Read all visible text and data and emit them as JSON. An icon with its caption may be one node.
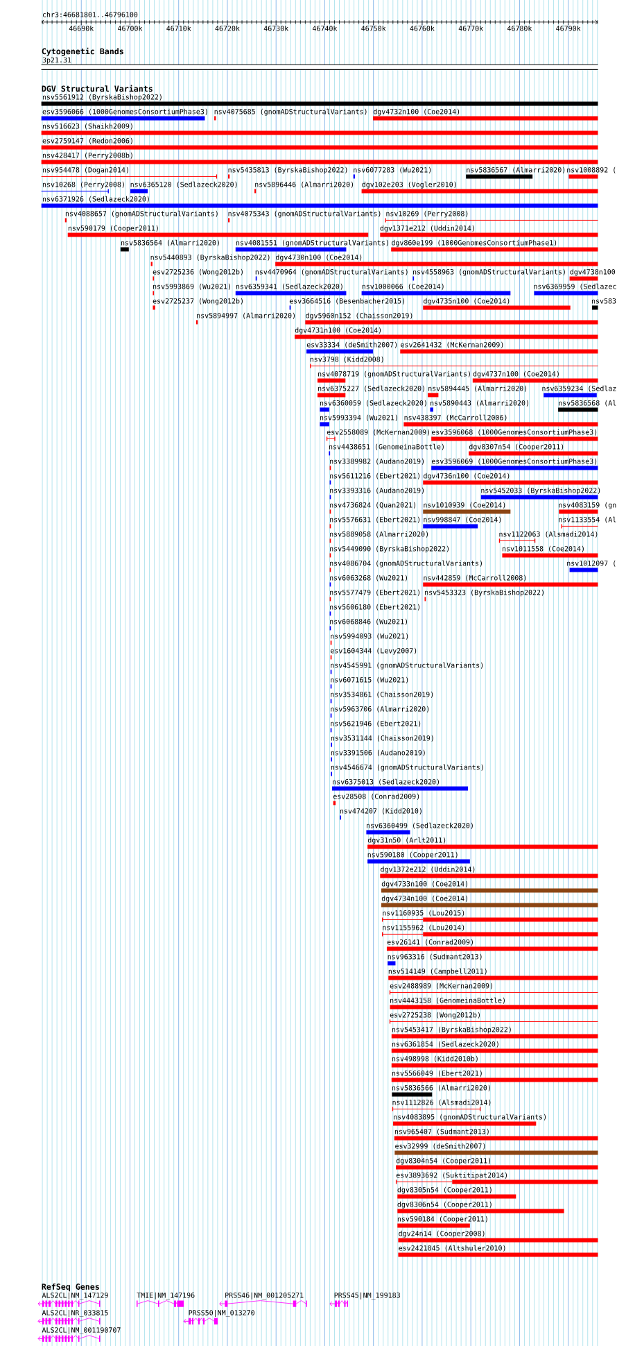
{
  "diagram": {
    "nodes": [
      {
        "text": [
          "3p21.31"
        ]
      },
      {
        "text": [
          "nsv5561912 (ByrskaBishop2022)"
        ]
      },
      {
        "text": [
          "esv3596066 (1000GenomesConsortiumPhase3)"
        ]
      },
      {
        "text": [
          "nsv4075685 (gnomADStructuralVariants)"
        ]
      },
      {
        "text": [
          "dgv4732n100 (Coe2014)"
        ]
      },
      {
        "text": [
          "nsv516623 (Shaikh2009)"
        ]
      },
      {
        "text": [
          "esv2759147 (Redon2006)"
        ]
      },
      {
        "text": [
          "nsv428417 (Perry2008b)"
        ]
      },
      {
        "text": [
          "nsv954478 (Dogan2014)"
        ]
      },
      {
        "text": [
          "nsv5435813 (ByrskaBishop2022)"
        ]
      },
      {
        "text": [
          "nsv6077283 (Wu2021)"
        ]
      },
      {
        "text": [
          "nsv5836567 (Almarri2020)"
        ]
      },
      {
        "text": [
          "nsv1008892 ("
        ]
      },
      {
        "text": [
          "nsv10268 (Perry2008)"
        ]
      },
      {
        "text": [
          "nsv6365120 (Sedlazeck2020)"
        ]
      },
      {
        "text": [
          "nsv5896446 (Almarri2020)"
        ]
      },
      {
        "text": [
          "dgv102e203 (Vogler2010)"
        ]
      },
      {
        "text": [
          "nsv6371926 (Sedlazeck2020)"
        ]
      },
      {
        "text": [
          "nsv4088657 (gnomADStructuralVariants)"
        ]
      },
      {
        "text": [
          "nsv4075343 (gnomADStructuralVariants)"
        ]
      },
      {
        "text": [
          "nsv10269 (Perry2008)"
        ]
      },
      {
        "text": [
          "nsv590179 (Cooper2011)"
        ]
      },
      {
        "text": [
          "dgv1371e212 (Uddin2014)"
        ]
      },
      {
        "text": [
          "nsv5836564 (Almarri2020)"
        ]
      },
      {
        "text": [
          "nsv4081551 (gnomADStructuralVariants)"
        ]
      },
      {
        "text": [
          "dgv860e199 (1000GenomesConsortiumPhase1)"
        ]
      },
      {
        "text": [
          "nsv5440893 (ByrskaBishop2022)"
        ]
      },
      {
        "text": [
          "dgv4730n100 (Coe2014)"
        ]
      },
      {
        "text": [
          "esv2725236 (Wong2012b)"
        ]
      },
      {
        "text": [
          "nsv4470964 (gnomADStructuralVariants)"
        ]
      },
      {
        "text": [
          "nsv4558963 (gnomADStructuralVariants)"
        ]
      },
      {
        "text": [
          "dgv4738n100"
        ]
      },
      {
        "text": [
          "nsv5993869 (Wu2021)"
        ]
      },
      {
        "text": [
          "nsv6359341 (Sedlazeck2020)"
        ]
      },
      {
        "text": [
          "nsv1000066 (Coe2014)"
        ]
      },
      {
        "text": [
          "nsv6369959 (Sedlazec"
        ]
      },
      {
        "text": [
          "esv2725237 (Wong2012b)"
        ]
      },
      {
        "text": [
          "esv3664516 (Besenbacher2015)"
        ]
      },
      {
        "text": [
          "dgv4735n100 (Coe2014)"
        ]
      },
      {
        "text": [
          "nsv583"
        ]
      },
      {
        "text": [
          "nsv5894997 (Almarri2020)"
        ]
      },
      {
        "text": [
          "dgv5960n152 (Chaisson2019)"
        ]
      },
      {
        "text": [
          "dgv4731n100 (Coe2014)"
        ]
      },
      {
        "text": [
          "esv33334 (deSmith2007)"
        ]
      },
      {
        "text": [
          "esv2641432 (McKernan2009)"
        ]
      },
      {
        "text": [
          "nsv3798 (Kidd2008)"
        ]
      },
      {
        "text": [
          "nsv4078719 (gnomADStructuralVariants)"
        ]
      },
      {
        "text": [
          "dgv4737n100 (Coe2014)"
        ]
      },
      {
        "text": [
          "nsv6375227 (Sedlazeck2020)"
        ]
      },
      {
        "text": [
          "nsv5894445 (Almarri2020)"
        ]
      },
      {
        "text": [
          "nsv6359234 (Sedlaz"
        ]
      },
      {
        "text": [
          "nsv6360059 (Sedlazeck2020)"
        ]
      },
      {
        "text": [
          "nsv5890443 (Almarri2020)"
        ]
      },
      {
        "text": [
          "nsv5836568 (Al"
        ]
      },
      {
        "text": [
          "nsv5993394 (Wu2021)"
        ]
      },
      {
        "text": [
          "nsv438397 (McCarroll2006)"
        ]
      },
      {
        "text": [
          "esv2558089 (McKernan2009)"
        ]
      },
      {
        "text": [
          "esv3596068 (1000GenomesConsortiumPhase3)"
        ]
      },
      {
        "text": [
          "nsv4438651 (GenomeinaBottle)"
        ]
      },
      {
        "text": [
          "dgv8307n54 (Cooper2011)"
        ]
      },
      {
        "text": [
          "nsv3389982 (Audano2019)"
        ]
      },
      {
        "text": [
          "esv3596069 (1000GenomesConsortiumPhase3)"
        ]
      },
      {
        "text": [
          "nsv5611216 (Ebert2021)"
        ]
      },
      {
        "text": [
          "dgv4736n100 (Coe2014)"
        ]
      },
      {
        "text": [
          "nsv3393316 (Audano2019)"
        ]
      },
      {
        "text": [
          "nsv5452033 (ByrskaBishop2022)"
        ]
      },
      {
        "text": [
          "nsv4736824 (Quan2021)"
        ]
      },
      {
        "text": [
          "nsv1010939 (Coe2014)"
        ]
      },
      {
        "text": [
          "nsv4083159 (gn"
        ]
      },
      {
        "text": [
          "nsv5576631 (Ebert2021)"
        ]
      },
      {
        "text": [
          "nsv998847 (Coe2014)"
        ]
      },
      {
        "text": [
          "nsv1133554 (Al"
        ]
      },
      {
        "text": [
          "nsv5889058 (Almarri2020)"
        ]
      },
      {
        "text": [
          "nsv1122063 (Alsmadi2014)"
        ]
      },
      {
        "text": [
          "nsv5449090 (ByrskaBishop2022)"
        ]
      },
      {
        "text": [
          "nsv1011558 (Coe2014)"
        ]
      },
      {
        "text": [
          "nsv4086704 (gnomADStructuralVariants)"
        ]
      },
      {
        "text": [
          "nsv1012097 ("
        ]
      },
      {
        "text": [
          "nsv6063268 (Wu2021)"
        ]
      },
      {
        "text": [
          "nsv442859 (McCarroll2008)"
        ]
      },
      {
        "text": [
          "nsv5577479 (Ebert2021)"
        ]
      },
      {
        "text": [
          "nsv5453323 (ByrskaBishop2022)"
        ]
      },
      {
        "text": [
          "nsv5606180 (Ebert2021)"
        ]
      },
      {
        "text": [
          "nsv6068846 (Wu2021)"
        ]
      },
      {
        "text": [
          "nsv5994093 (Wu2021)"
        ]
      },
      {
        "text": [
          "esv1604344 (Levy2007)"
        ]
      },
      {
        "text": [
          "nsv4545991 (gnomADStructuralVariants)"
        ]
      },
      {
        "text": [
          "nsv6071615 (Wu2021)"
        ]
      },
      {
        "text": [
          "nsv3534861 (Chaisson2019)"
        ]
      },
      {
        "text": [
          "nsv5963706 (Almarri2020)"
        ]
      },
      {
        "text": [
          "nsv5621946 (Ebert2021)"
        ]
      },
      {
        "text": [
          "nsv3531144 (Chaisson2019)"
        ]
      },
      {
        "text": [
          "nsv3391506 (Audano2019)"
        ]
      },
      {
        "text": [
          "nsv4546674 (gnomADStructuralVariants)"
        ]
      },
      {
        "text": [
          "nsv6375013 (Sedlazeck2020)"
        ]
      },
      {
        "text": [
          "esv28508 (Conrad2009)"
        ]
      },
      {
        "text": [
          "nsv474207 (Kidd2010)"
        ]
      },
      {
        "text": [
          "nsv6360499 (Sedlazeck2020)"
        ]
      },
      {
        "text": [
          "dgv31n50 (Arlt2011)"
        ]
      },
      {
        "text": [
          "nsv590180 (Cooper2011)"
        ]
      },
      {
        "text": [
          "dgv1372e212 (Uddin2014)"
        ]
      },
      {
        "text": [
          "dgv4733n100 (Coe2014)"
        ]
      },
      {
        "text": [
          "dgv4734n100 (Coe2014)"
        ]
      },
      {
        "text": [
          "nsv1160935 (Lou2015)"
        ]
      },
      {
        "text": [
          "nsv1155962 (Lou2014)"
        ]
      },
      {
        "text": [
          "esv26141 (Conrad2009)"
        ]
      },
      {
        "text": [
          "nsv963316 (Sudmant2013)"
        ]
      },
      {
        "text": [
          "nsv514149 (Campbell2011)"
        ]
      },
      {
        "text": [
          "esv2488989 (McKernan2009)"
        ]
      },
      {
        "text": [
          "nsv4443158 (GenomeinaBottle)"
        ]
      },
      {
        "text": [
          "esv2725238 (Wong2012b)"
        ]
      },
      {
        "text": [
          "nsv5453417 (ByrskaBishop2022)"
        ]
      },
      {
        "text": [
          "nsv6361854 (Sedlazeck2020)"
        ]
      },
      {
        "text": [
          "nsv498998 (Kidd2010b)"
        ]
      },
      {
        "text": [
          "nsv5566049 (Ebert2021)"
        ]
      },
      {
        "text": [
          "nsv5836566 (Almarri2020)"
        ]
      },
      {
        "text": [
          "nsv1112826 (Alsmadi2014)"
        ]
      },
      {
        "text": [
          "nsv4083895 (gnomADStructuralVariants)"
        ]
      },
      {
        "text": [
          "nsv965407 (Sudmant2013)"
        ]
      },
      {
        "text": [
          "esv32999 (deSmith2007)"
        ]
      },
      {
        "text": [
          "dgv8304n54 (Cooper2011)"
        ]
      },
      {
        "text": [
          "esv3893692 (Suktitipat2014)"
        ]
      },
      {
        "text": [
          "dgv8305n54 (Cooper2011)"
        ]
      },
      {
        "text": [
          "dgv8306n54 (Cooper2011)"
        ]
      },
      {
        "text": [
          "nsv590184 (Cooper2011)"
        ]
      },
      {
        "text": [
          "dgv24n14 (Cooper2008)"
        ]
      },
      {
        "text": [
          "esv2421845 (Altshuler2010)"
        ]
      },
      {
        "text": [
          "ALS2CL|NM_147129"
        ]
      },
      {
        "text": [
          "TMIE|NM_147196"
        ]
      },
      {
        "text": [
          "PRSS46|NM_001205271"
        ]
      },
      {
        "text": [
          "PRSS45|NM_199183"
        ]
      },
      {
        "text": [
          "ALS2CL|NR_033815"
        ]
      },
      {
        "text": [
          "PRSS50|NM_013270"
        ]
      },
      {
        "text": [
          "ALS2CL|NM_001190707"
        ]
      }
    ],
    "labels": [
      "chr3:46681801..46796100",
      "46690k",
      "46700k",
      "46710k",
      "46720k",
      "46730k",
      "46740k",
      "46750k",
      "46760k",
      "46770k",
      "46780k",
      "46790k",
      "Cytogenetic Bands",
      "DGV Structural Variants",
      "RefSeq Genes"
    ]
  }
}
